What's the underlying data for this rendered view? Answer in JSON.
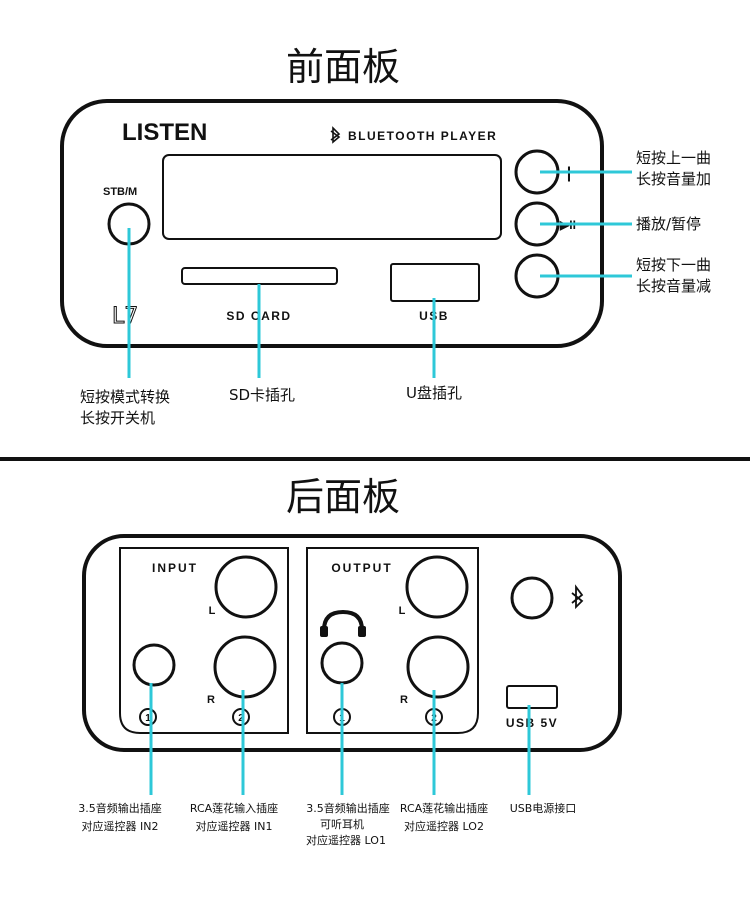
{
  "front": {
    "title": "前面板",
    "brand": "LISTEN",
    "bluetooth_label": "BLUETOOTH PLAYER",
    "stb_label": "STB/M",
    "model": "L7",
    "sd_label": "SD CARD",
    "usb_label": "USB",
    "btn_prev_next_glyph": "|",
    "btn_play_glyph": "▶II",
    "callout_up_1": "短按上一曲",
    "callout_up_2": "长按音量加",
    "callout_play": "播放/暂停",
    "callout_down_1": "短按下一曲",
    "callout_down_2": "长按音量减",
    "callout_mode_1": "短按模式转换",
    "callout_mode_2": "长按开关机",
    "callout_sd": "SD卡插孔",
    "callout_usb": "U盘插孔"
  },
  "back": {
    "title": "后面板",
    "input_label": "INPUT",
    "output_label": "OUTPUT",
    "left": "L",
    "right": "R",
    "num1": "1",
    "num2": "2",
    "usb5v_label": "USB 5V",
    "callout_in2_1": "3.5音频输出插座",
    "callout_in2_2": "对应遥控器 IN2",
    "callout_in1_1": "RCA莲花输入插座",
    "callout_in1_2": "对应遥控器 IN1",
    "callout_lo1_1": "3.5音频输出插座",
    "callout_lo1_2": "可听耳机",
    "callout_lo1_3": "对应遥控器 LO1",
    "callout_lo2_1": "RCA莲花输出插座",
    "callout_lo2_2": "对应遥控器 LO2",
    "callout_usbpower": "USB电源接口"
  },
  "colors": {
    "lead": "#2ec8d8",
    "ink": "#111111"
  },
  "icons": [
    "bluetooth-icon",
    "headphone-icon"
  ]
}
